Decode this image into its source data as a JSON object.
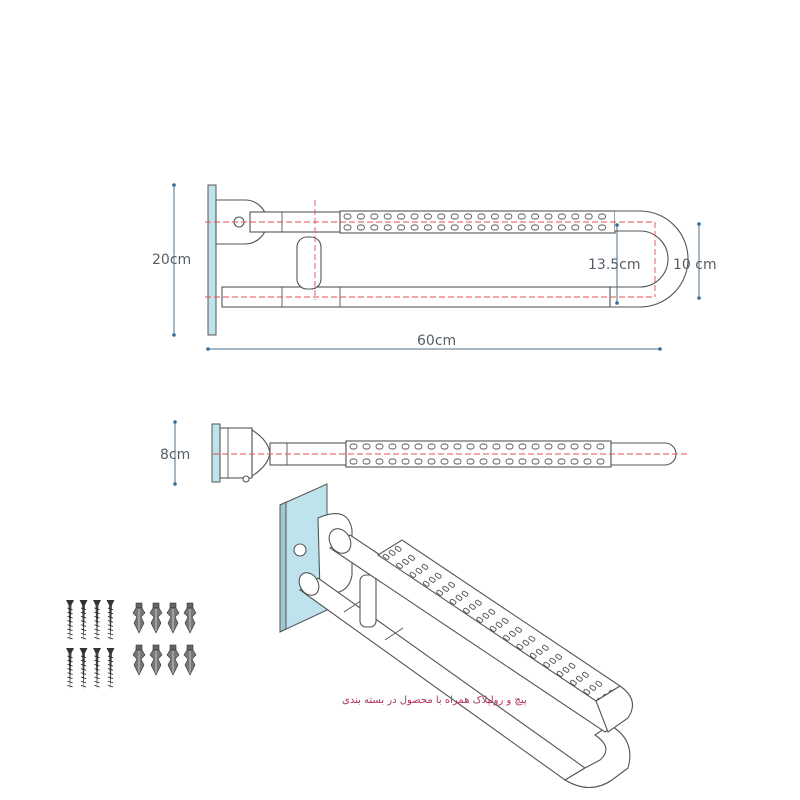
{
  "dimensions": {
    "height_total": "20cm",
    "inner_gap": "13.5cm",
    "depth_offset": "10 cm",
    "length": "60cm",
    "tube_height": "8cm"
  },
  "caption": "پیچ و رولپلاک همراه با محصول در بسته بندی",
  "colors": {
    "mount_plate": "#bfe3ec",
    "centerline": "#e05050",
    "dimension": "#4f6f88",
    "caption": "#b03060"
  },
  "hardware": {
    "screws": 8,
    "wall_plugs": 8
  }
}
